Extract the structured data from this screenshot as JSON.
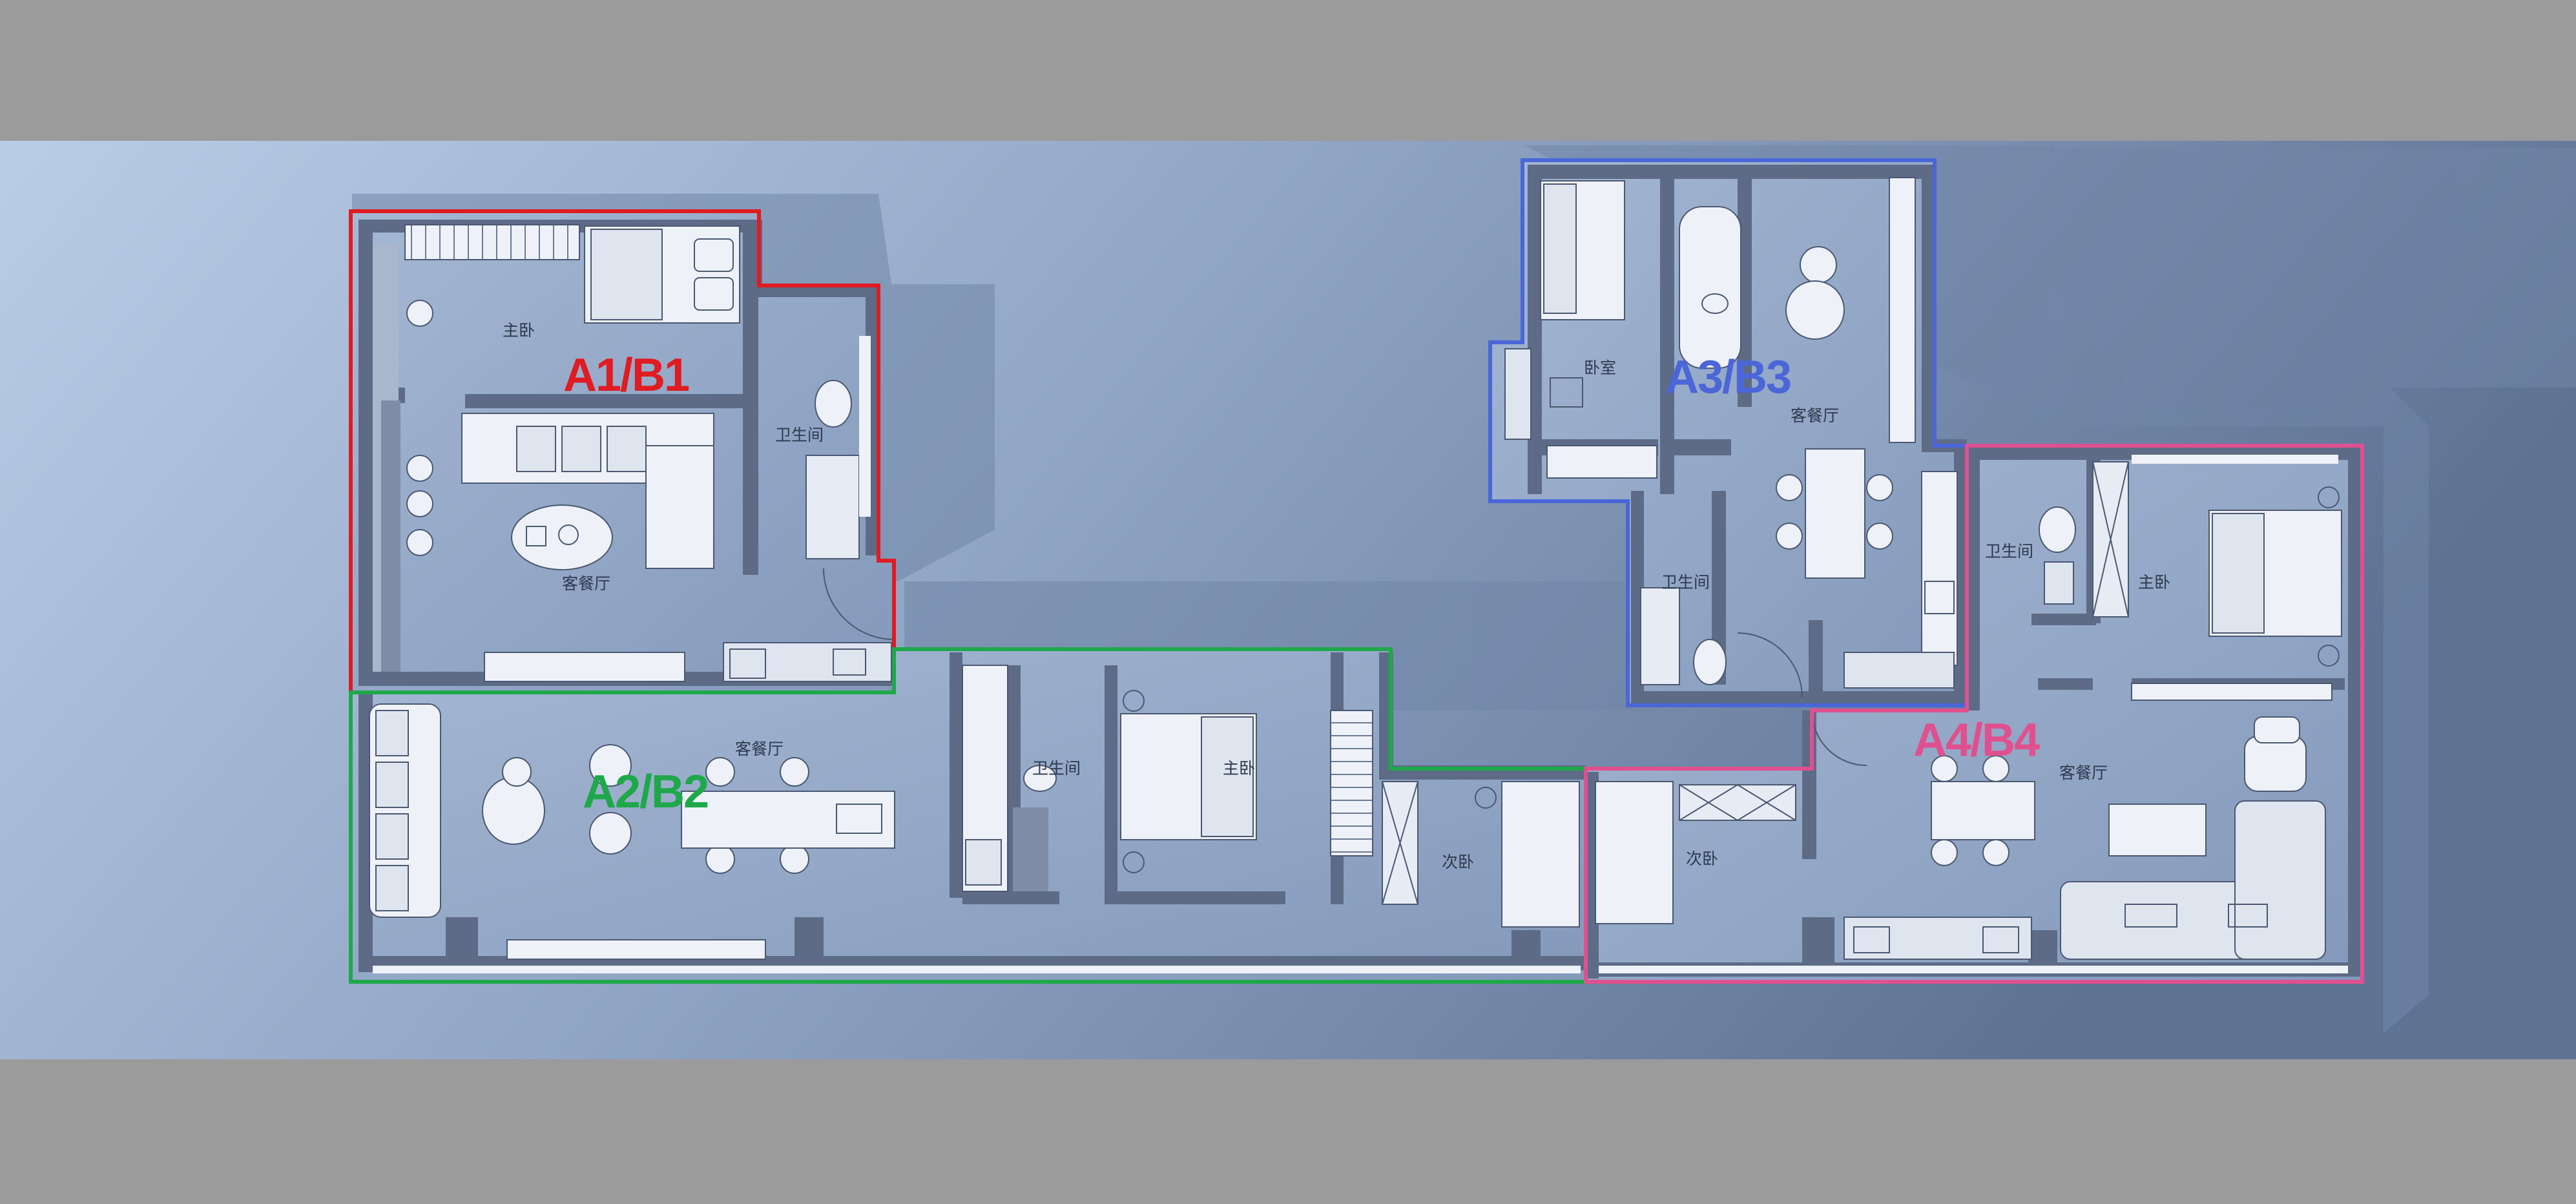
{
  "units": [
    {
      "id": "a1b1",
      "label": "A1/B1",
      "color": "#e01b22"
    },
    {
      "id": "a2b2",
      "label": "A2/B2",
      "color": "#1fa84a"
    },
    {
      "id": "a3b3",
      "label": "A3/B3",
      "color": "#4a66d8"
    },
    {
      "id": "a4b4",
      "label": "A4/B4",
      "color": "#e0508f"
    }
  ],
  "rooms": {
    "a1_master_bedroom": "主卧",
    "a1_bathroom": "卫生间",
    "a1_living_dining": "客餐厅",
    "a2_living_dining": "客餐厅",
    "a2_bathroom": "卫生间",
    "a2_master_bedroom": "主卧",
    "a2_second_bedroom": "次卧",
    "a3_bedroom": "卧室",
    "a3_living_dining": "客餐厅",
    "a3_bathroom": "卫生间",
    "a4_bathroom": "卫生间",
    "a4_master_bedroom": "主卧",
    "a4_second_bedroom": "次卧",
    "a4_living_dining": "客餐厅"
  },
  "colors": {
    "letterbox": "#9b9b9b",
    "floor": "#93a8c8",
    "wall": "#5d6b86",
    "shadow": "#6f80a0",
    "furniture": "#eef2f8"
  }
}
